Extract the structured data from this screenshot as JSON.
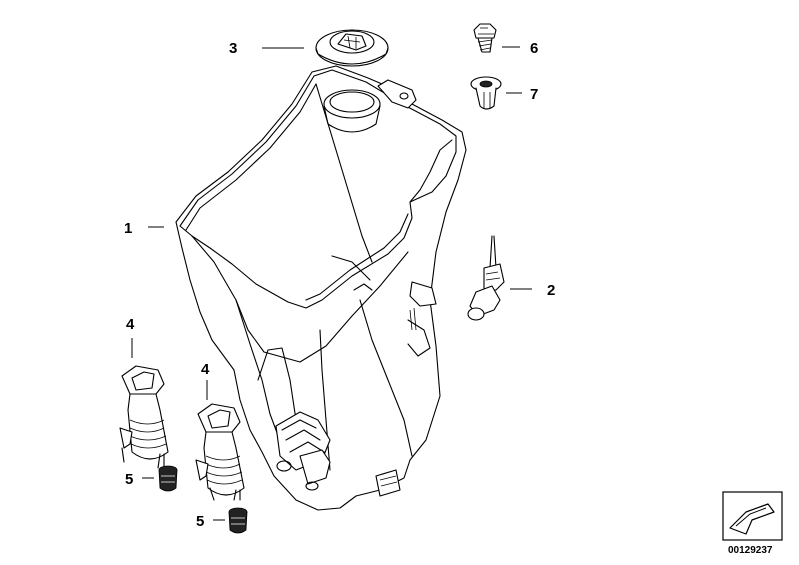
{
  "diagram": {
    "callouts": [
      {
        "id": "1",
        "label": "1"
      },
      {
        "id": "2",
        "label": "2"
      },
      {
        "id": "3",
        "label": "3"
      },
      {
        "id": "4a",
        "label": "4"
      },
      {
        "id": "4b",
        "label": "4"
      },
      {
        "id": "5a",
        "label": "5"
      },
      {
        "id": "5b",
        "label": "5"
      },
      {
        "id": "6",
        "label": "6"
      },
      {
        "id": "7",
        "label": "7"
      }
    ],
    "document_number": "00129237"
  }
}
